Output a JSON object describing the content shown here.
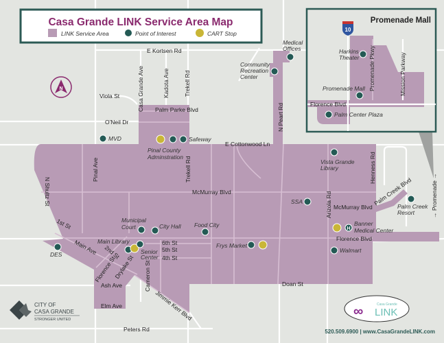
{
  "title": "Casa Grande LINK Service Area Map",
  "legend": [
    {
      "label": "LINK Service Area",
      "color": "#b89bb5"
    },
    {
      "label": "Point of Interest",
      "color": "#245a55"
    },
    {
      "label": "CART Stop",
      "color": "#c9b637"
    }
  ],
  "compass": "N",
  "roads": {
    "kortsen": "E Kortsen Rd",
    "casa_grande_ave": "Casa Grande Ave",
    "kadota": "Kadota Ave",
    "trekell": "Trekell Rd",
    "trekell2": "Trekell Rd",
    "viola": "Viola St",
    "palm_parke": "Palm Parke Blvd",
    "oneil": "O'Neil Dr",
    "cottonwood": "E Cottonwood Ln",
    "pinal": "Pinal Ave",
    "shultz": "N Shultz St",
    "mcmurray": "McMurray Blvd",
    "mcmurray2": "McMurray Blvd",
    "first": "1st St",
    "main_ave": "Main Ave",
    "second": "2nd St",
    "florence_st": "Florence St",
    "drylake": "Drylake St",
    "cameron": "Cameron St",
    "sixth": "6th St",
    "fifth": "5th St",
    "fourth": "4th St",
    "ash": "Ash Ave",
    "elm": "Elm Ave",
    "jimmie_kerr": "Jimmie Kerr Blvd",
    "peters": "Peters Rd",
    "doan": "Doan St",
    "peart": "N Peart Rd",
    "arizola": "Arizola Rd",
    "henness": "Henness Rd",
    "florence_blvd": "Florence Blvd",
    "palm_creek": "Palm Creek Blvd",
    "promenade_arrow": "→ Promenade →"
  },
  "pois": {
    "community": [
      "Community",
      "Recreation",
      "Center"
    ],
    "medical": [
      "Medical",
      "Offices"
    ],
    "mvd": "MVD",
    "pinal_county": [
      "Pinal County",
      "Adminstration"
    ],
    "safeway": "Safeway",
    "vista": [
      "Vista Grande",
      "Library"
    ],
    "ssa": "SSA",
    "banner": [
      "Banner",
      "Medical Center"
    ],
    "walmart": "Walmart",
    "palm_creek_resort": [
      "Palm Creek",
      "Resort"
    ],
    "municipal": [
      "Municipal",
      "Court"
    ],
    "city_hall": "City Hall",
    "food_city": "Food City",
    "frys": "Frys Market",
    "main_library": "Main Library",
    "senior": [
      "Senior",
      "Center"
    ],
    "des": "DES",
    "hospital_icon_letter": "H"
  },
  "inset": {
    "title": "Promenade Mall",
    "interstate": "10",
    "harkins": [
      "Harkins",
      "Theater"
    ],
    "promenade_pkwy": "Promenade Pkwy",
    "mission": "Mission Parkway",
    "promenade_mall": "Promenade Mall",
    "florence_blvd": "Florence Blvd",
    "palm_center": "Palm Center Plaza"
  },
  "footer": {
    "city_logo": [
      "CITY OF",
      "CASA GRANDE",
      "STRONGER UNITED"
    ],
    "link_logo": [
      "Casa Grande",
      "LINK"
    ],
    "contact": "520.509.6900 | www.CasaGrandeLINK.com"
  }
}
